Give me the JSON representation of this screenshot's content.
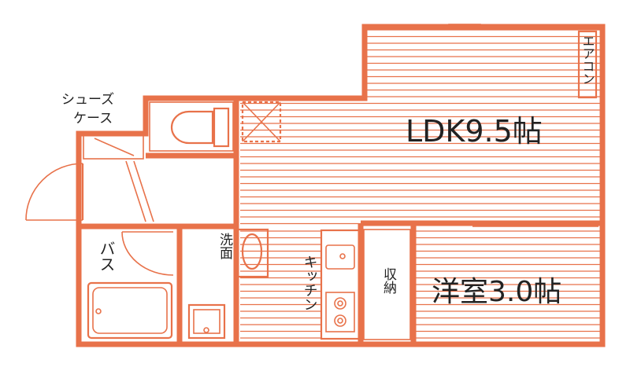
{
  "colors": {
    "wall": "#e8724a",
    "text": "#222222",
    "background": "#ffffff"
  },
  "labels": {
    "ldk": "LDK9.5帖",
    "western_room": "洋室3.0帖",
    "aircon": "エアコン",
    "shoe_case_line1": "シューズ",
    "shoe_case_line2": "ケース",
    "bath": "バス",
    "washbasin": "洗面",
    "kitchen": "キッチン",
    "storage": "収納"
  }
}
